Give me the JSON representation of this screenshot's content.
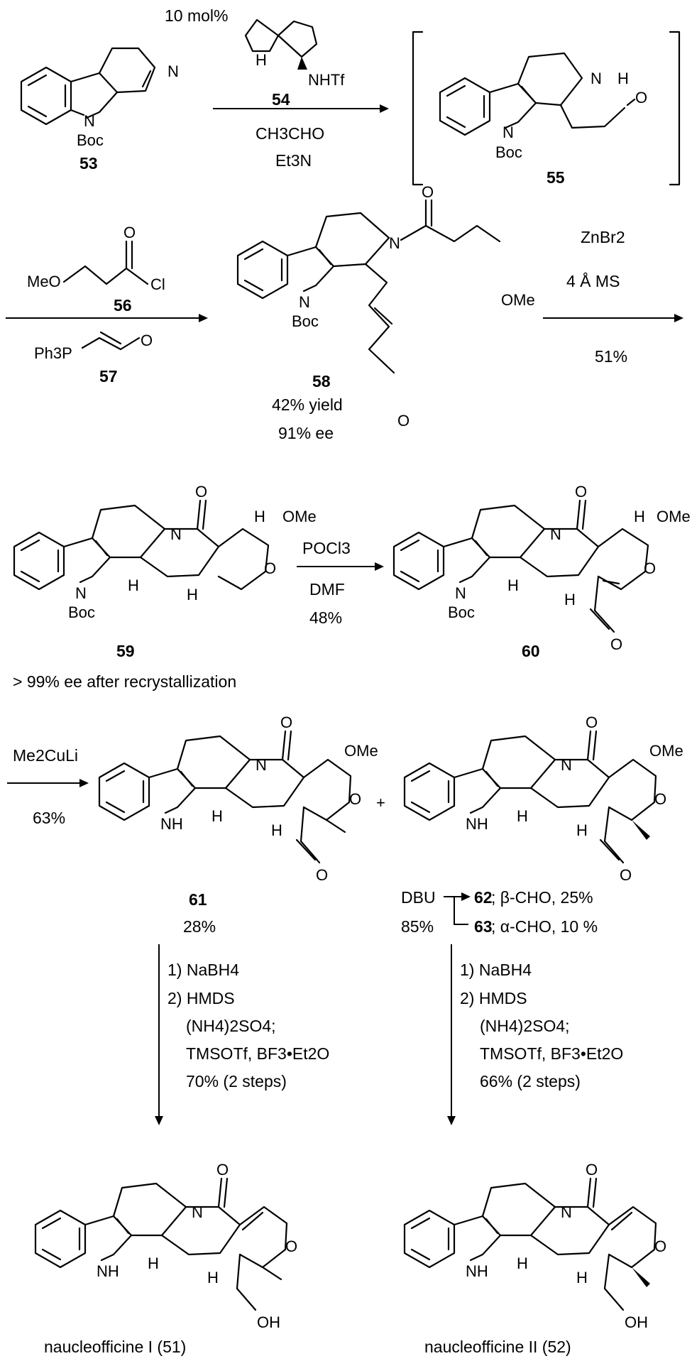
{
  "compounds": {
    "c53": "53",
    "c54": "54",
    "c55": "55",
    "c56": "56",
    "c57": "57",
    "c58": "58",
    "c59": "59",
    "c60": "60",
    "c61": "61",
    "c62": "62",
    "c63": "63",
    "c51_name": "naucleofficine I (51)",
    "c52_name": "naucleofficine II (52)"
  },
  "atoms": {
    "N": "N",
    "NH": "NH",
    "H": "H",
    "O": "O",
    "Boc": "Boc",
    "OMe": "OMe",
    "NHTf": "NHTf",
    "MeO": "MeO",
    "Cl": "Cl",
    "OH": "OH",
    "Ph3P": "Ph3P",
    "plus": "+"
  },
  "steps": {
    "s1": {
      "catalyst": "10 mol%",
      "reagent1": "CH3CHO",
      "reagent2": "Et3N"
    },
    "s2": {
      "reagent": "ZnBr2",
      "additive": "4 Å MS",
      "yield": "51%"
    },
    "s3": {
      "reagent1": "POCl3",
      "reagent2": "DMF",
      "yield": "48%"
    },
    "s4": {
      "reagent": "Me2CuLi",
      "yield": "63%"
    },
    "s5": {
      "base": "DBU",
      "yield": "85%"
    },
    "s6_left": [
      "1) NaBH4",
      "2) HMDS",
      "(NH4)2SO4;",
      "TMSOTf, BF3•Et2O",
      "70% (2 steps)"
    ],
    "s6_right": [
      "1) NaBH4",
      "2) HMDS",
      "(NH4)2SO4;",
      "TMSOTf, BF3•Et2O",
      "66% (2 steps)"
    ]
  },
  "results": {
    "c58_yield": "42% yield",
    "c58_ee": "91% ee",
    "c59_note": "> 99% ee after recrystallization",
    "c61_yield": "28%",
    "c62_note": "; β-CHO, 25%",
    "c63_note": "; α-CHO, 10 %"
  }
}
